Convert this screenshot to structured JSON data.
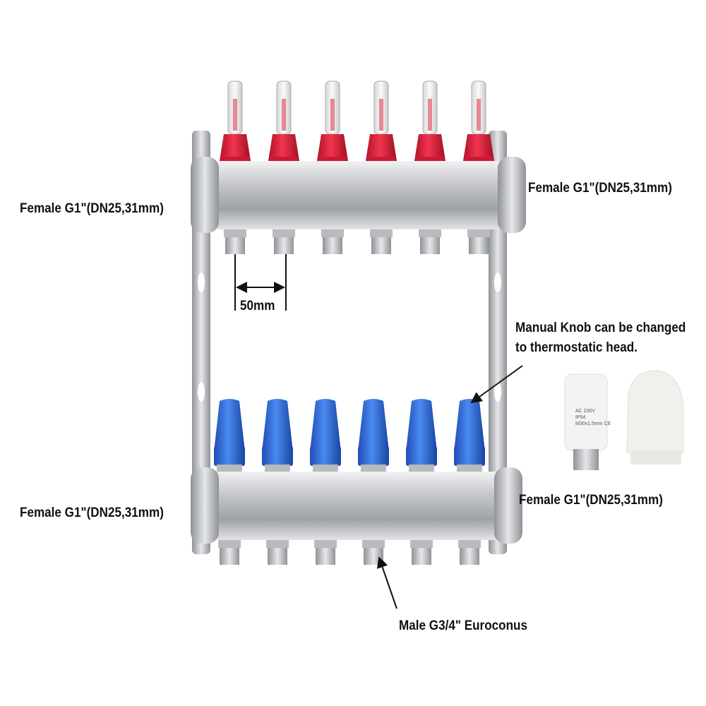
{
  "labels": {
    "inlet_top_left": "Female G1\"(DN25,31mm)",
    "inlet_top_right": "Female G1\"(DN25,31mm)",
    "inlet_bottom_left": "Female G1\"(DN25,31mm)",
    "inlet_bottom_right": "Female G1\"(DN25,31mm)",
    "spacing": "50mm",
    "knob_note_line1": "Manual Knob can be changed",
    "knob_note_line2": "to thermostatic head.",
    "outlet": "Male G3/4\" Euroconus"
  },
  "actuator": {
    "line1": "AC 230V",
    "line2": "IP54",
    "line3": "M30x1.5mm CE"
  },
  "colors": {
    "flow_cap": "#e0203a",
    "valve_cap": "#2f6ee0",
    "steel": "#c9cbcf"
  },
  "loops": 6
}
